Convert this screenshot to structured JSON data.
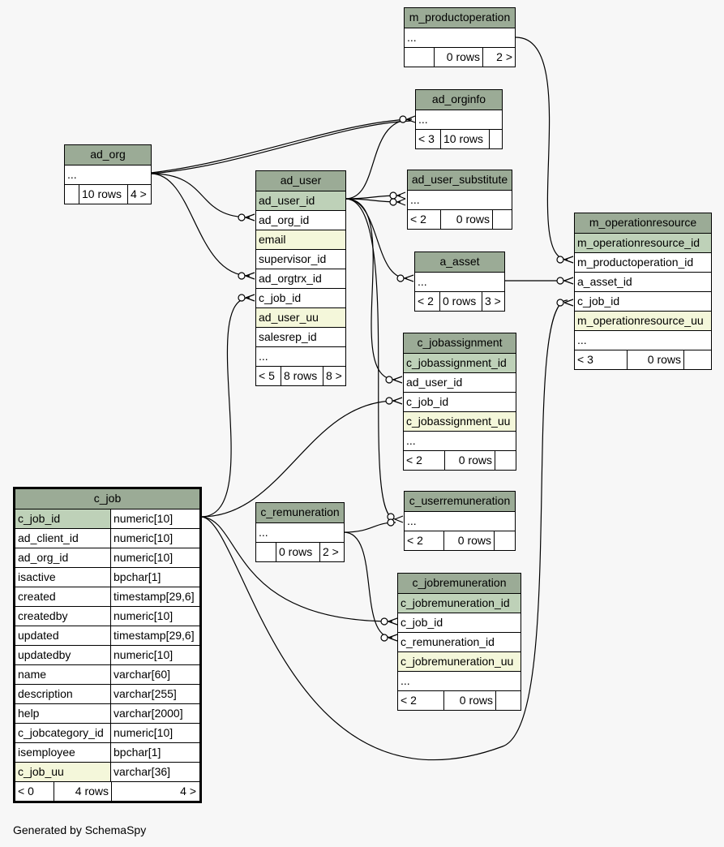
{
  "footer": "Generated by SchemaSpy",
  "tables": {
    "m_productoperation": {
      "name": "m_productoperation",
      "rows": [
        "..."
      ],
      "footer": [
        "",
        "0 rows",
        "2 >"
      ]
    },
    "ad_orginfo": {
      "name": "ad_orginfo",
      "rows": [
        "..."
      ],
      "footer": [
        "< 3",
        "10 rows",
        ""
      ]
    },
    "ad_org": {
      "name": "ad_org",
      "rows": [
        "..."
      ],
      "footer": [
        "",
        "10 rows",
        "4 >"
      ]
    },
    "ad_user": {
      "name": "ad_user",
      "rows": [
        "ad_user_id",
        "ad_org_id",
        "email",
        "supervisor_id",
        "ad_orgtrx_id",
        "c_job_id",
        "ad_user_uu",
        "salesrep_id",
        "..."
      ],
      "footer": [
        "< 5",
        "8 rows",
        "8 >"
      ]
    },
    "ad_user_substitute": {
      "name": "ad_user_substitute",
      "rows": [
        "..."
      ],
      "footer": [
        "< 2",
        "0 rows",
        ""
      ]
    },
    "m_operationresource": {
      "name": "m_operationresource",
      "rows": [
        "m_operationresource_id",
        "m_productoperation_id",
        "a_asset_id",
        "c_job_id",
        "m_operationresource_uu",
        "..."
      ],
      "footer": [
        "< 3",
        "0 rows",
        ""
      ]
    },
    "a_asset": {
      "name": "a_asset",
      "rows": [
        "..."
      ],
      "footer": [
        "< 2",
        "0 rows",
        "3 >"
      ]
    },
    "c_jobassignment": {
      "name": "c_jobassignment",
      "rows": [
        "c_jobassignment_id",
        "ad_user_id",
        "c_job_id",
        "c_jobassignment_uu",
        "..."
      ],
      "footer": [
        "< 2",
        "0 rows",
        ""
      ]
    },
    "c_remuneration": {
      "name": "c_remuneration",
      "rows": [
        "..."
      ],
      "footer": [
        "",
        "0 rows",
        "2 >"
      ]
    },
    "c_userremuneration": {
      "name": "c_userremuneration",
      "rows": [
        "..."
      ],
      "footer": [
        "< 2",
        "0 rows",
        ""
      ]
    },
    "c_jobremuneration": {
      "name": "c_jobremuneration",
      "rows": [
        "c_jobremuneration_id",
        "c_job_id",
        "c_remuneration_id",
        "c_jobremuneration_uu",
        "..."
      ],
      "footer": [
        "< 2",
        "0 rows",
        ""
      ]
    },
    "c_job": {
      "name": "c_job",
      "columns": [
        [
          "c_job_id",
          "numeric[10]"
        ],
        [
          "ad_client_id",
          "numeric[10]"
        ],
        [
          "ad_org_id",
          "numeric[10]"
        ],
        [
          "isactive",
          "bpchar[1]"
        ],
        [
          "created",
          "timestamp[29,6]"
        ],
        [
          "createdby",
          "numeric[10]"
        ],
        [
          "updated",
          "timestamp[29,6]"
        ],
        [
          "updatedby",
          "numeric[10]"
        ],
        [
          "name",
          "varchar[60]"
        ],
        [
          "description",
          "varchar[255]"
        ],
        [
          "help",
          "varchar[2000]"
        ],
        [
          "c_jobcategory_id",
          "numeric[10]"
        ],
        [
          "isemployee",
          "bpchar[1]"
        ],
        [
          "c_job_uu",
          "varchar[36]"
        ]
      ],
      "footer": [
        "< 0",
        "4 rows",
        "4 >"
      ]
    }
  }
}
